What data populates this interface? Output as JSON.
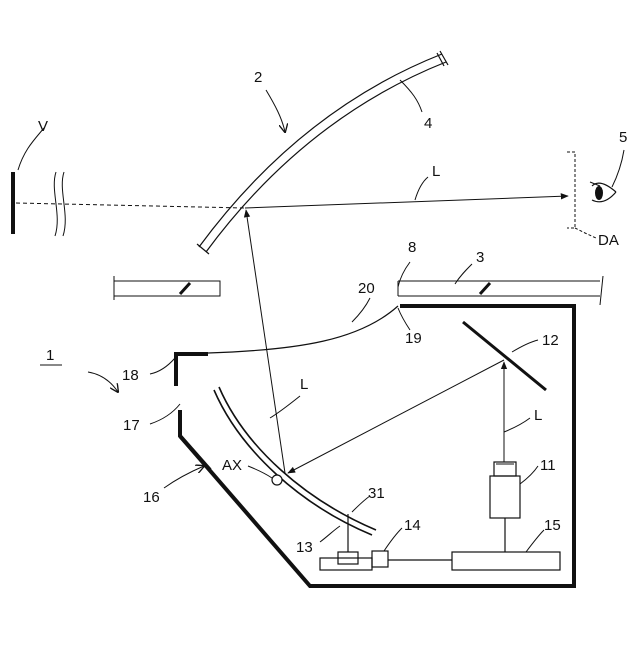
{
  "colors": {
    "ink": "#111111",
    "background": "#ffffff"
  },
  "labels": {
    "V": "V",
    "n2": "2",
    "n4": "4",
    "n5": "5",
    "L_top": "L",
    "DA": "DA",
    "n8": "8",
    "n3": "3",
    "n20": "20",
    "n19": "19",
    "n1": "1",
    "n18": "18",
    "n12": "12",
    "L_left": "L",
    "n17": "17",
    "L_right": "L",
    "n11": "11",
    "AX": "AX",
    "n16": "16",
    "n31": "31",
    "n14": "14",
    "n15": "15",
    "n13": "13"
  },
  "icons": {
    "viewer": "eye-icon"
  }
}
